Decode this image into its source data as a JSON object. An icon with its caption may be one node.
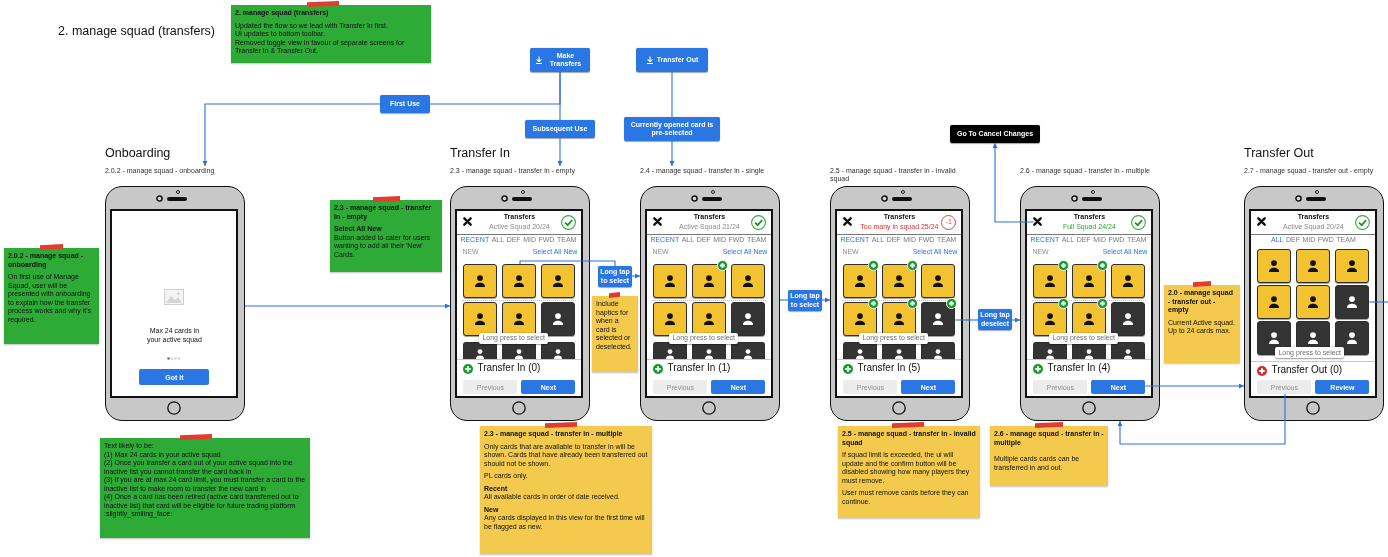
{
  "diagram": {
    "title": "2. manage squad (transfers)",
    "nodes": [
      {
        "text": [
          "2. manage squad (transfers)",
          "Updated the flow so we lead with Transfer In first.",
          "UI updates to bottom toolbar.",
          "Removed toggle view in favour of separate screens for Transfer In & Transfer Out."
        ]
      },
      {
        "text": [
          "Make Transfers"
        ]
      },
      {
        "text": [
          "Transfer Out"
        ]
      },
      {
        "text": [
          "First Use"
        ]
      },
      {
        "text": [
          "Subsequent Use"
        ]
      },
      {
        "text": [
          "Currently opened card is pre-selected"
        ]
      },
      {
        "text": [
          "Go To Cancel Changes"
        ]
      },
      {
        "text": [
          "2.0.2 - manage squad - onboarding",
          "Max 24 cards in your active squad"
        ]
      },
      {
        "text": [
          "Got it"
        ],
        "in": 7
      },
      {
        "text": [
          "2.3 - manage squad - transfer in - empty",
          "Transfers",
          "Active Squad 20/24",
          "RECENT",
          "ALL",
          "DEF",
          "MID",
          "FWD",
          "TEAM",
          "NEW",
          "Select All New",
          "Transfer In (0)"
        ]
      },
      {
        "text": [],
        "shape": "cross",
        "in": 9
      },
      {
        "text": [],
        "shape": "box",
        "in": 9
      },
      {
        "text": [],
        "shape": "box",
        "in": 9
      },
      {
        "text": [],
        "shape": "box",
        "in": 9
      },
      {
        "text": [],
        "shape": "box",
        "in": 9
      },
      {
        "text": [],
        "shape": "box",
        "in": 9
      },
      {
        "text": [],
        "shape": "box",
        "in": 9
      },
      {
        "text": [],
        "shape": "box",
        "in": 9
      },
      {
        "text": [],
        "shape": "box",
        "in": 9
      },
      {
        "text": [],
        "shape": "box",
        "in": 9
      },
      {
        "text": [
          "Long press to select"
        ],
        "in": 9
      },
      {
        "text": [
          "Previous"
        ],
        "in": 9
      },
      {
        "text": [
          "Next"
        ],
        "in": 9
      },
      {
        "text": [
          "2.4 - manage squad - transfer in - single",
          "Transfers",
          "Active Squad 21/24",
          "RECENT",
          "ALL",
          "DEF",
          "MID",
          "FWD",
          "TEAM",
          "NEW",
          "Select All New",
          "Transfer In (1)"
        ]
      },
      {
        "text": [],
        "shape": "cross",
        "in": 23
      },
      {
        "text": [],
        "shape": "box",
        "in": 23
      },
      {
        "text": [],
        "shape": "box",
        "in": 23
      },
      {
        "text": [],
        "shape": "box",
        "in": 23
      },
      {
        "text": [],
        "shape": "box",
        "in": 23
      },
      {
        "text": [],
        "shape": "box",
        "in": 23
      },
      {
        "text": [],
        "shape": "box",
        "in": 23
      },
      {
        "text": [],
        "shape": "box",
        "in": 23
      },
      {
        "text": [],
        "shape": "box",
        "in": 23
      },
      {
        "text": [],
        "shape": "box",
        "in": 23
      },
      {
        "text": [
          "Long press to select"
        ],
        "in": 23
      },
      {
        "text": [
          "Previous"
        ],
        "in": 23
      },
      {
        "text": [
          "Next"
        ],
        "in": 23
      },
      {
        "text": [
          "2.5 - manage squad - transfer in - invalid squad",
          "Transfers",
          "Too many in squad 25/24",
          "-1",
          "RECENT",
          "ALL",
          "DEF",
          "MID",
          "FWD",
          "TEAM",
          "NEW",
          "Select All New",
          "Transfer In (5)"
        ]
      },
      {
        "text": [],
        "shape": "cross",
        "in": 37
      },
      {
        "text": [],
        "shape": "box",
        "in": 37
      },
      {
        "text": [],
        "shape": "box",
        "in": 37
      },
      {
        "text": [],
        "shape": "box",
        "in": 37
      },
      {
        "text": [],
        "shape": "box",
        "in": 37
      },
      {
        "text": [],
        "shape": "box",
        "in": 37
      },
      {
        "text": [],
        "shape": "box",
        "in": 37
      },
      {
        "text": [],
        "shape": "box",
        "in": 37
      },
      {
        "text": [],
        "shape": "box",
        "in": 37
      },
      {
        "text": [],
        "shape": "box",
        "in": 37
      },
      {
        "text": [
          "Long press to select"
        ],
        "in": 37
      },
      {
        "text": [
          "Previous"
        ],
        "in": 37
      },
      {
        "text": [
          "Next"
        ],
        "in": 37
      },
      {
        "text": [
          "2.6 - manage squad - transfer in - multiple",
          "Transfers",
          "Full Squad 24/24",
          "RECENT",
          "ALL",
          "DEF",
          "MID",
          "FWD",
          "TEAM",
          "NEW",
          "Select All New",
          "Transfer In (4)"
        ]
      },
      {
        "text": [],
        "shape": "cross",
        "in": 51
      },
      {
        "text": [],
        "shape": "box",
        "in": 51
      },
      {
        "text": [],
        "shape": "box",
        "in": 51
      },
      {
        "text": [],
        "shape": "box",
        "in": 51
      },
      {
        "text": [],
        "shape": "box",
        "in": 51
      },
      {
        "text": [],
        "shape": "box",
        "in": 51
      },
      {
        "text": [],
        "shape": "box",
        "in": 51
      },
      {
        "text": [],
        "shape": "box",
        "in": 51
      },
      {
        "text": [],
        "shape": "box",
        "in": 51
      },
      {
        "text": [],
        "shape": "box",
        "in": 51
      },
      {
        "text": [
          "Long press to select"
        ],
        "in": 51
      },
      {
        "text": [
          "Previous"
        ],
        "in": 51
      },
      {
        "text": [
          "Next"
        ],
        "in": 51
      },
      {
        "text": [
          "2.7 - manage squad - transfer out - empty",
          "Transfers",
          "Active Squad 20/24",
          "ALL",
          "DEF",
          "MID",
          "FWD",
          "TEAM",
          "Transfer Out (0)"
        ]
      },
      {
        "text": [],
        "shape": "cross",
        "in": 65
      },
      {
        "text": [],
        "shape": "box",
        "in": 65
      },
      {
        "text": [],
        "shape": "box",
        "in": 65
      },
      {
        "text": [],
        "shape": "box",
        "in": 65
      },
      {
        "text": [],
        "shape": "box",
        "in": 65
      },
      {
        "text": [],
        "shape": "box",
        "in": 65
      },
      {
        "text": [],
        "shape": "box",
        "in": 65
      },
      {
        "text": [],
        "shape": "box",
        "in": 65
      },
      {
        "text": [],
        "shape": "box",
        "in": 65
      },
      {
        "text": [],
        "shape": "box",
        "in": 65
      },
      {
        "text": [
          "Long press to select"
        ],
        "in": 65
      },
      {
        "text": [
          "Previous"
        ],
        "in": 65
      },
      {
        "text": [
          "Review"
        ],
        "in": 65
      },
      {
        "text": [
          "2.0.2 - manage squad - onboarding",
          "On first use of Manage Squad, user will be presented with onboarding to explain how the transfer process works and why it's required."
        ]
      },
      {
        "text": [
          "2.3 - manage squad - transfer in - empty",
          "Select All New",
          "Button added to cater for users wanting to add all their 'New' Cards."
        ]
      },
      {
        "text": [
          "Long tap to select"
        ]
      },
      {
        "text": [
          "Include haptics for when a card is selected or deselected."
        ]
      },
      {
        "text": [
          "Long tap to select"
        ]
      },
      {
        "text": [
          "Long tap deselect"
        ]
      },
      {
        "text": [
          "2.0 - manage squad - transfer out - empty",
          "Current Active squad.",
          "Up to 24 cards max."
        ]
      },
      {
        "text": [
          "2.3 - manage squad - transfer in - multiple",
          "Only cards that are available to transfer in will be shown. Cards that have already been transferred out should not be shown.",
          "PL cards only.",
          "Recent",
          "All available cards in order of date received.",
          "New",
          "Any cards displayed in this view for the first time will be flagged as new."
        ]
      },
      {
        "text": [
          "2.5 - manage squad - transfer in - invalid squad",
          "If squad limit is exceeded, the ui will update and the confirm button will be disabled showing how many players they must remove.",
          "User must remove cards before they can continue."
        ]
      },
      {
        "text": [
          "2.6 - manage squad - transfer in - multiple",
          "Multiple cards cards can be transferred in and out."
        ]
      },
      {
        "text": [
          "Text likely to be:",
          "(1) Max 24 cards in your active squad",
          "(2) Once you transfer a card out of your active squad into the inactive list you cannot transfer the card back in",
          "(3) If you are at max 24 card limit, you must transfer a card to the inactive list to make room to transfer the new card in",
          "(4) Once a card has been retired (active card transferred out to inactive list) that card will be eligible for future trading platform :slightly_smiling_face:"
        ]
      }
    ],
    "edges": [
      {
        "from": 1,
        "to": 3,
        "arrow": "none"
      },
      {
        "from": 3,
        "to": 7,
        "arrow": "to"
      },
      {
        "from": 1,
        "to": 4,
        "arrow": "none"
      },
      {
        "from": 4,
        "to": 9,
        "arrow": "to"
      },
      {
        "from": 2,
        "to": 5,
        "arrow": "none"
      },
      {
        "from": 5,
        "to": 23,
        "arrow": "to"
      },
      {
        "from": 7,
        "to": 9,
        "arrow": "to"
      },
      {
        "from": 12,
        "to": 81,
        "arrow": "none"
      },
      {
        "from": 81,
        "to": 23,
        "arrow": "to"
      },
      {
        "from": 23,
        "to": 83,
        "arrow": "none"
      },
      {
        "from": 83,
        "to": 37,
        "arrow": "to"
      },
      {
        "from": 44,
        "to": 84,
        "arrow": "none"
      },
      {
        "from": 84,
        "to": 51,
        "arrow": "to"
      },
      {
        "from": 52,
        "to": 6,
        "arrow": "to"
      },
      {
        "from": 64,
        "to": 65,
        "arrow": "to"
      },
      {
        "from": 77,
        "to": 51,
        "arrow": "to"
      },
      {
        "from": 72,
        "to": null,
        "arrow": "none"
      }
    ],
    "labels": [
      "Onboarding",
      "Transfer In",
      "Transfer Out"
    ]
  }
}
